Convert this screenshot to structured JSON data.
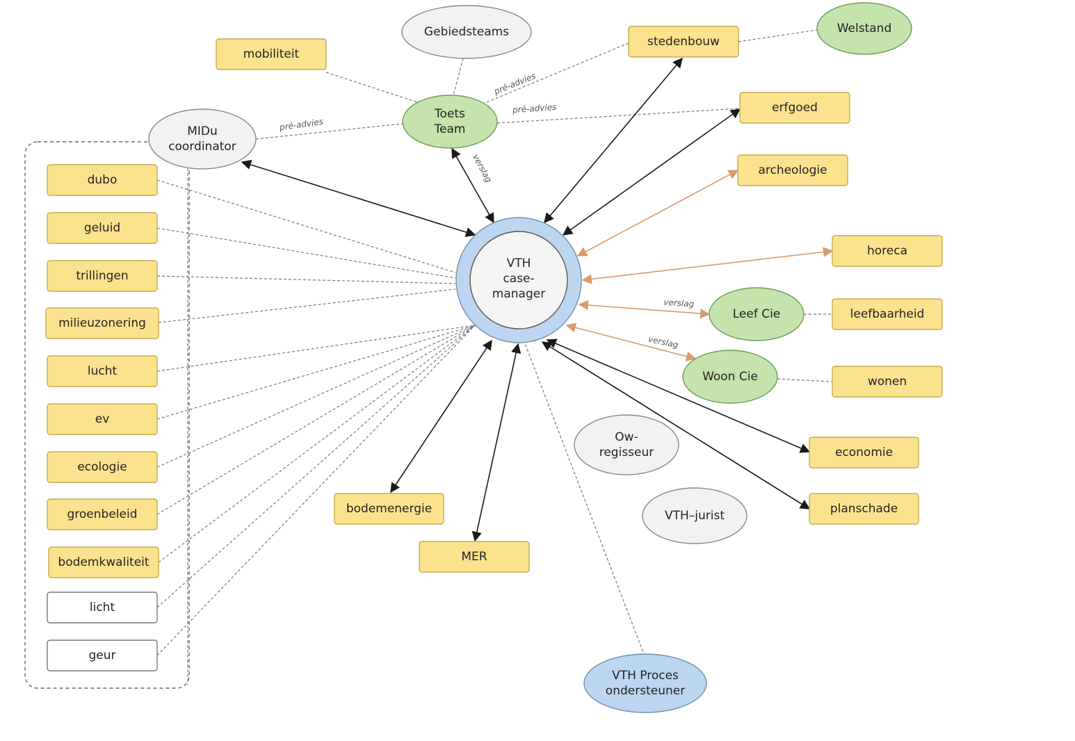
{
  "colors": {
    "yellow_fill": "#fbe28e",
    "yellow_stroke": "#c9a94a",
    "green_fill": "#c4e3ad",
    "green_stroke": "#6e9a52",
    "grey_fill": "#f2f2f2",
    "grey_stroke": "#888888",
    "blue_fill": "#bcd6ef",
    "blue_stroke": "#6b8fb5",
    "orange_edge": "#d99a6c",
    "dark_edge": "#1a1a1a",
    "dashed_edge": "#777777"
  },
  "nodes": {
    "vth_case_manager": [
      "VTH",
      "case-",
      "manager"
    ],
    "gebiedsteams": [
      "Gebiedsteams"
    ],
    "mobiliteit": [
      "mobiliteit"
    ],
    "toets_team": [
      "Toets",
      "Team"
    ],
    "midu_coordinator": [
      "MIDu",
      "coordinator"
    ],
    "stedenbouw": [
      "stedenbouw"
    ],
    "welstand": [
      "Welstand"
    ],
    "erfgoed": [
      "erfgoed"
    ],
    "archeologie": [
      "archeologie"
    ],
    "horeca": [
      "horeca"
    ],
    "leef_cie": [
      "Leef Cie"
    ],
    "leefbaarheid": [
      "leefbaarheid"
    ],
    "woon_cie": [
      "Woon Cie"
    ],
    "wonen": [
      "wonen"
    ],
    "economie": [
      "economie"
    ],
    "planschade": [
      "planschade"
    ],
    "ow_regisseur": [
      "Ow-",
      "regisseur"
    ],
    "vth_jurist": [
      "VTH–jurist"
    ],
    "bodemenergie": [
      "bodemenergie"
    ],
    "mer": [
      "MER"
    ],
    "vth_proces": [
      "VTH Proces",
      "ondersteuner"
    ],
    "dubo": [
      "dubo"
    ],
    "geluid": [
      "geluid"
    ],
    "trillingen": [
      "trillingen"
    ],
    "milieuzonering": [
      "milieuzonering"
    ],
    "lucht": [
      "lucht"
    ],
    "ev": [
      "ev"
    ],
    "ecologie": [
      "ecologie"
    ],
    "groenbeleid": [
      "groenbeleid"
    ],
    "bodemkwaliteit": [
      "bodemkwaliteit"
    ],
    "licht": [
      "licht"
    ],
    "geur": [
      "geur"
    ]
  },
  "edge_labels": {
    "pre_advies_1": "pré-advies",
    "pre_advies_2": "pré-advies",
    "pre_advies_3": "pré-advies",
    "verslag_1": "verslag",
    "verslag_2": "verslag",
    "verslag_3": "verslag"
  }
}
